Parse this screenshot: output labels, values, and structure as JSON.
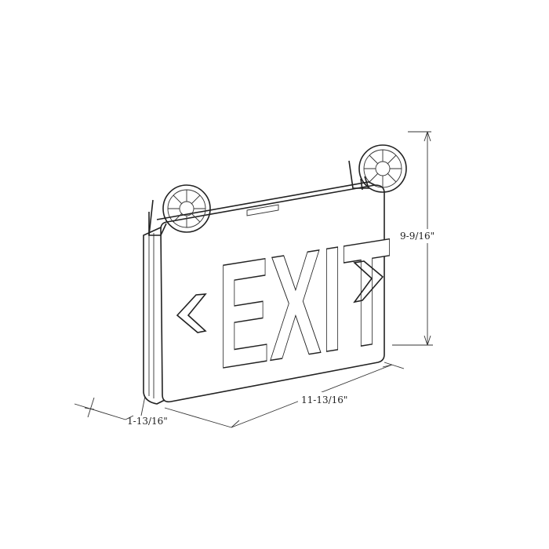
{
  "sign_text": "EXIT",
  "dimensions": {
    "height": "9-9/16\"",
    "width": "11-13/16\"",
    "depth": "1-13/16\""
  },
  "colors": {
    "line": "#222222",
    "background": "#ffffff"
  }
}
